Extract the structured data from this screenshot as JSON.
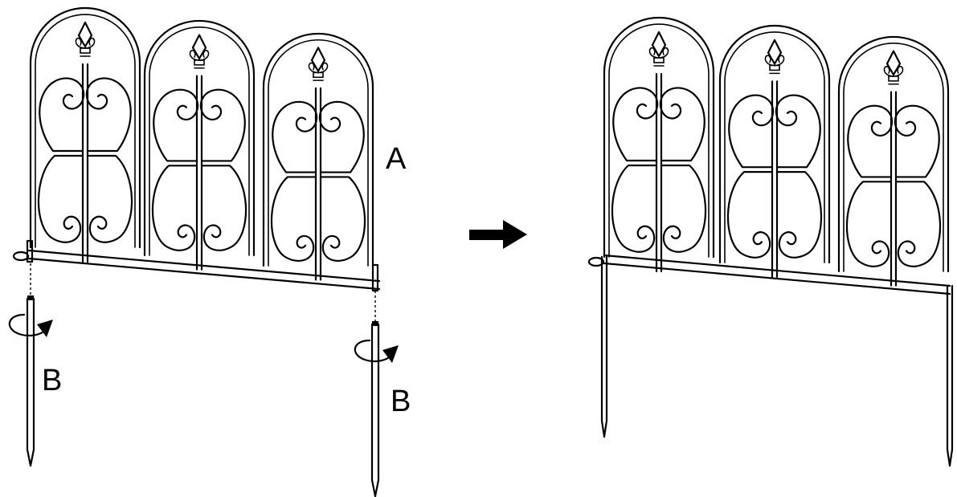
{
  "labels": {
    "fence_panel": "A",
    "stake_left": "B",
    "stake_right": "B"
  },
  "icons": {
    "step_arrow": "right-arrow-icon",
    "rotation": "rotate-arrow-icon"
  },
  "colors": {
    "line": "#000000",
    "background": "#ffffff"
  }
}
